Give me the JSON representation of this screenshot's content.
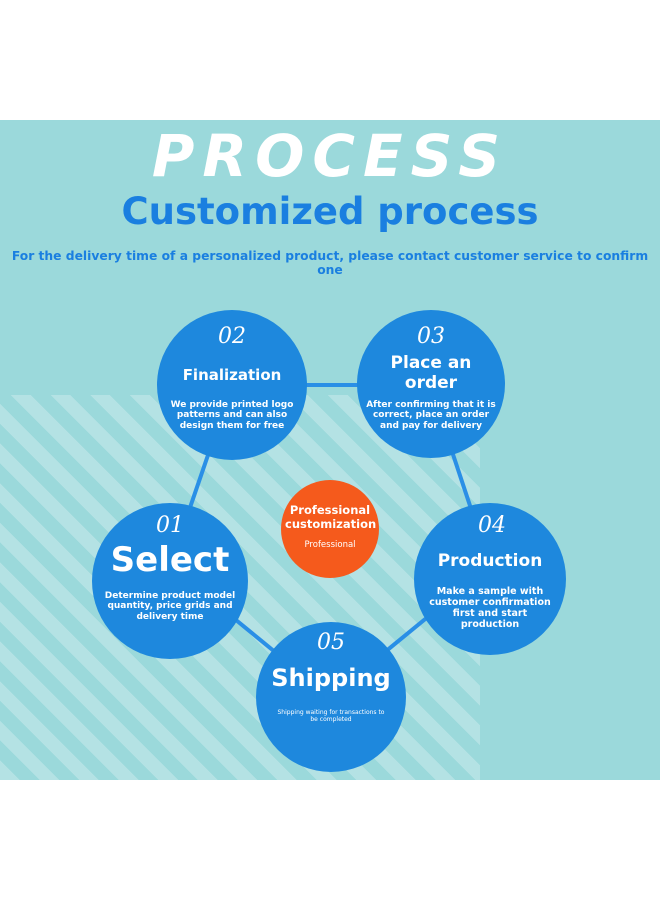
{
  "header": {
    "title": "PROCESS",
    "subtitle": "Customized process",
    "note": "For the delivery time of a personalized product, please contact customer service to confirm one"
  },
  "center": {
    "title": "Professional customization",
    "subtitle": "Professional"
  },
  "steps": [
    {
      "num": "01",
      "name": "Select",
      "desc": "Determine product model quantity, price grids and delivery time"
    },
    {
      "num": "02",
      "name": "Finalization",
      "desc": "We provide printed logo patterns and can also design them for free"
    },
    {
      "num": "03",
      "name": "Place an order",
      "desc": "After confirming that it is correct, place an order and pay for delivery"
    },
    {
      "num": "04",
      "name": "Production",
      "desc": "Make a sample with customer confirmation first and start production"
    },
    {
      "num": "05",
      "name": "Shipping",
      "desc": "Shipping waiting for transactions to be completed"
    }
  ],
  "colors": {
    "background_panel": "#9bd9db",
    "node_blue": "#1e88dd",
    "center_orange": "#f55a1c",
    "heading_blue": "#1a7fe0"
  }
}
